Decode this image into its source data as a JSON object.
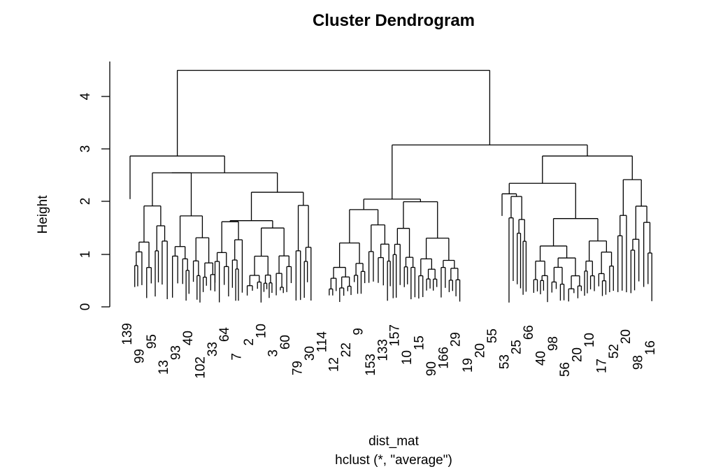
{
  "chart_data": {
    "type": "dendrogram",
    "title": "Cluster Dendrogram",
    "xlabel": "dist_mat",
    "sub": "hclust (*, \"average\")",
    "ylabel": "Height",
    "ylim": [
      0,
      4.5
    ],
    "yticks": [
      0,
      1,
      2,
      3,
      4
    ],
    "merge_heights": {
      "root": 4.5,
      "left_group": 2.87,
      "right_group": 3.08,
      "left_sub": 2.55,
      "right_sub_a": 2.05,
      "right_sub_b": 2.87
    },
    "visible_leaf_labels": [
      {
        "label": "139"
      },
      {
        "label": "99"
      },
      {
        "label": "95"
      },
      {
        "label": "13"
      },
      {
        "label": "93"
      },
      {
        "label": "40"
      },
      {
        "label": "102"
      },
      {
        "label": "33"
      },
      {
        "label": "64"
      },
      {
        "label": "7"
      },
      {
        "label": "2"
      },
      {
        "label": "10"
      },
      {
        "label": "3"
      },
      {
        "label": "60"
      },
      {
        "label": "79"
      },
      {
        "label": "30"
      },
      {
        "label": "114"
      },
      {
        "label": "12"
      },
      {
        "label": "22"
      },
      {
        "label": "9"
      },
      {
        "label": "153"
      },
      {
        "label": "133"
      },
      {
        "label": "157"
      },
      {
        "label": "10"
      },
      {
        "label": "15"
      },
      {
        "label": "90"
      },
      {
        "label": "166"
      },
      {
        "label": "29"
      },
      {
        "label": "19"
      },
      {
        "label": "20"
      },
      {
        "label": "55"
      },
      {
        "label": "53"
      },
      {
        "label": "25"
      },
      {
        "label": "66"
      },
      {
        "label": "40"
      },
      {
        "label": "98"
      },
      {
        "label": "56"
      },
      {
        "label": "20"
      },
      {
        "label": "10"
      },
      {
        "label": "17"
      },
      {
        "label": "52"
      },
      {
        "label": "20"
      },
      {
        "label": "98"
      },
      {
        "label": "16"
      }
    ]
  }
}
